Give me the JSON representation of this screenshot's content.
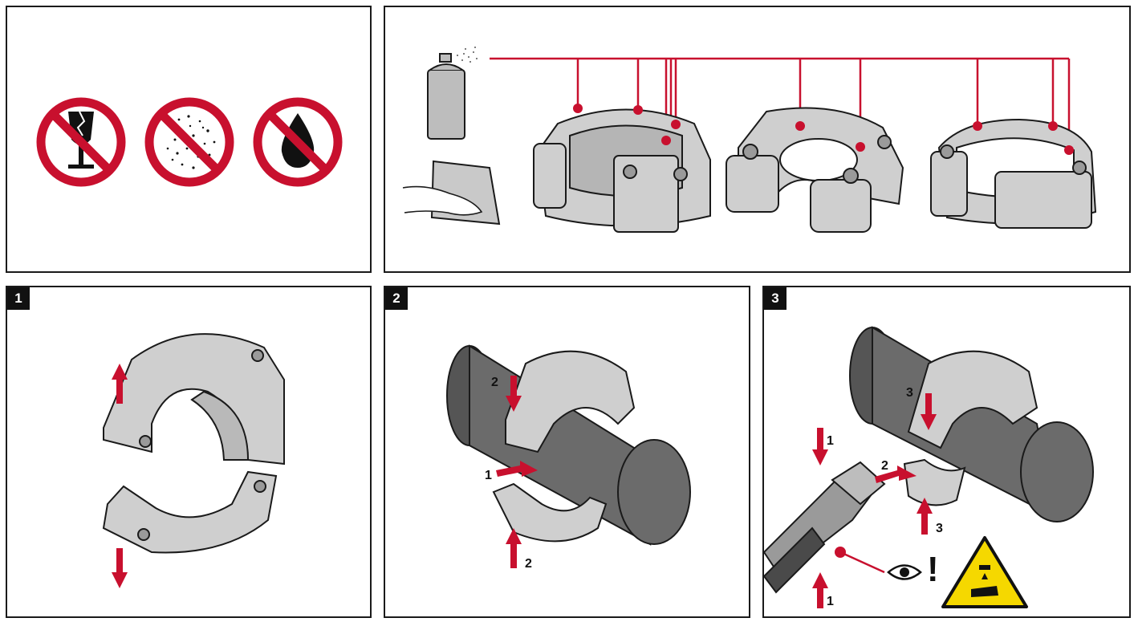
{
  "colors": {
    "accent": "#c8102e",
    "outline": "#1a1a1a",
    "part": "#cfcfcf",
    "pipe": "#6b6b6b",
    "warning": "#f5d800"
  },
  "panel_top_left": {
    "icons": [
      "no-fragile-icon",
      "no-dust-icon",
      "no-liquid-icon"
    ]
  },
  "panel_top_right": {
    "icons": [
      "spray-can-icon",
      "wipe-cloth-icon"
    ]
  },
  "steps": [
    {
      "number": "1",
      "labels": []
    },
    {
      "number": "2",
      "labels": [
        "2",
        "1",
        "2"
      ]
    },
    {
      "number": "3",
      "labels": [
        "1",
        "3",
        "2",
        "3",
        "1"
      ]
    }
  ],
  "step3_icons": [
    "eye-icon",
    "hand-crush-warning-icon"
  ],
  "step3_exclamation": "!"
}
